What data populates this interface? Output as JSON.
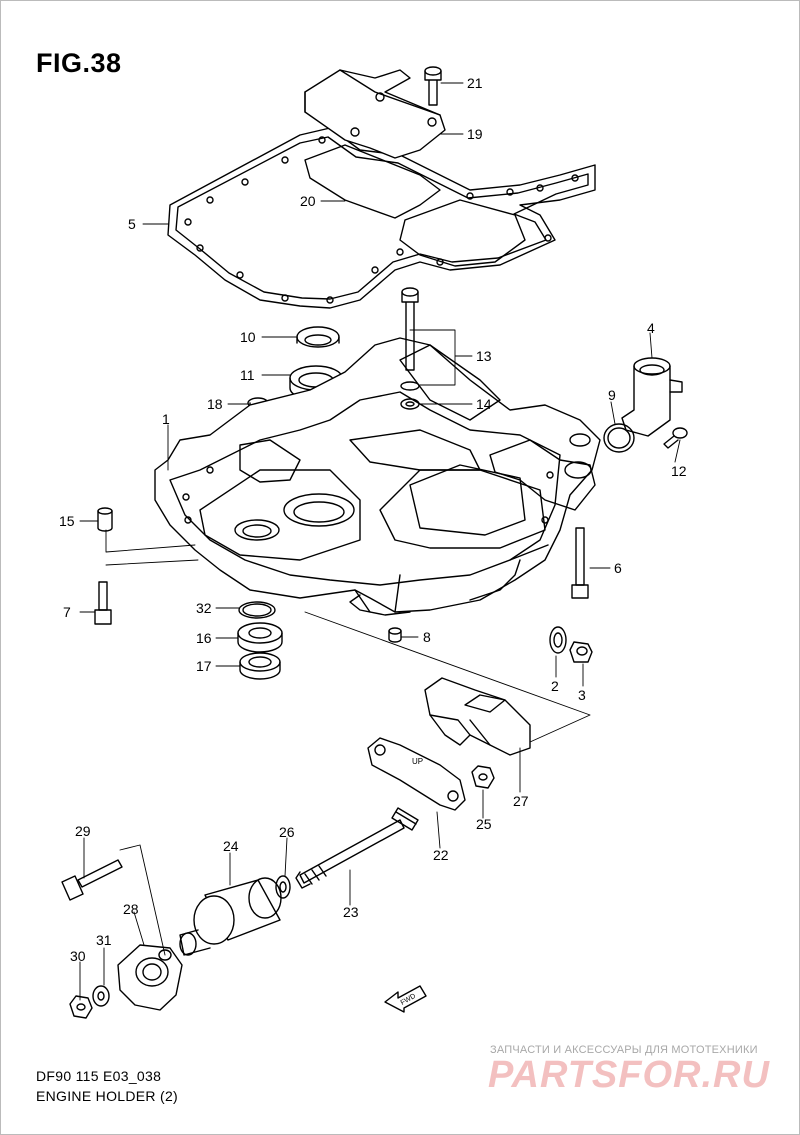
{
  "figure": {
    "title": "FIG.38"
  },
  "callouts": [
    {
      "id": "c1",
      "label": "1"
    },
    {
      "id": "c2",
      "label": "2"
    },
    {
      "id": "c3",
      "label": "3"
    },
    {
      "id": "c4",
      "label": "4"
    },
    {
      "id": "c5",
      "label": "5"
    },
    {
      "id": "c6",
      "label": "6"
    },
    {
      "id": "c7",
      "label": "7"
    },
    {
      "id": "c8",
      "label": "8"
    },
    {
      "id": "c9",
      "label": "9"
    },
    {
      "id": "c10",
      "label": "10"
    },
    {
      "id": "c11",
      "label": "11"
    },
    {
      "id": "c12",
      "label": "12"
    },
    {
      "id": "c13",
      "label": "13"
    },
    {
      "id": "c14",
      "label": "14"
    },
    {
      "id": "c15",
      "label": "15"
    },
    {
      "id": "c16",
      "label": "16"
    },
    {
      "id": "c17",
      "label": "17"
    },
    {
      "id": "c18",
      "label": "18"
    },
    {
      "id": "c19",
      "label": "19"
    },
    {
      "id": "c20",
      "label": "20"
    },
    {
      "id": "c21",
      "label": "21"
    },
    {
      "id": "c22",
      "label": "22"
    },
    {
      "id": "c23",
      "label": "23"
    },
    {
      "id": "c24",
      "label": "24"
    },
    {
      "id": "c25",
      "label": "25"
    },
    {
      "id": "c26",
      "label": "26"
    },
    {
      "id": "c27",
      "label": "27"
    },
    {
      "id": "c28",
      "label": "28"
    },
    {
      "id": "c29",
      "label": "29"
    },
    {
      "id": "c30",
      "label": "30"
    },
    {
      "id": "c31",
      "label": "31"
    },
    {
      "id": "c32",
      "label": "32"
    }
  ],
  "stamps": {
    "up": "UP",
    "fwd": "FWD"
  },
  "footer": {
    "model": "DF90 115 E03_038",
    "name": "ENGINE HOLDER (2)"
  },
  "watermark": {
    "tagline": "ЗАПЧАСТИ И АКСЕССУАРЫ ДЛЯ МОТОТЕХНИКИ",
    "logo": "PARTSFOR.RU"
  }
}
